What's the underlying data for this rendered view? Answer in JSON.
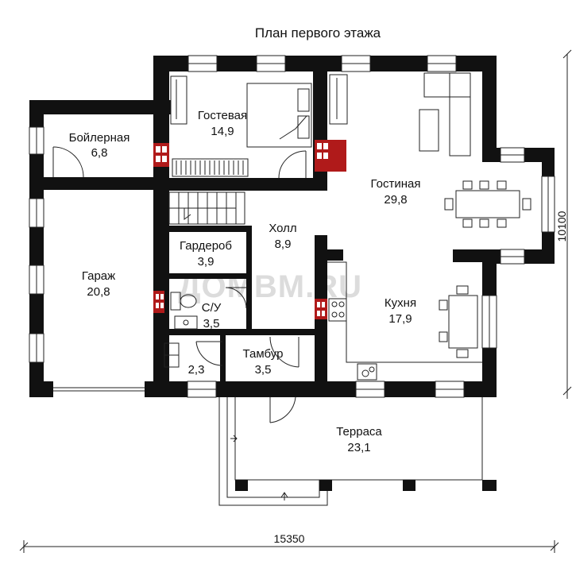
{
  "title": "План первого этажа",
  "watermark": "ДОМВМ.RU",
  "dimensions": {
    "width": "15350",
    "depth": "10100"
  },
  "rooms": [
    {
      "id": "guest",
      "name": "Гостевая",
      "area": "14,9"
    },
    {
      "id": "boiler",
      "name": "Бойлерная",
      "area": "6,8"
    },
    {
      "id": "living",
      "name": "Гостиная",
      "area": "29,8"
    },
    {
      "id": "wardrobe",
      "name": "Гардероб",
      "area": "3,9"
    },
    {
      "id": "hall",
      "name": "Холл",
      "area": "8,9"
    },
    {
      "id": "garage",
      "name": "Гараж",
      "area": "20,8"
    },
    {
      "id": "bathroom",
      "name": "С/У",
      "area": "3,5"
    },
    {
      "id": "kitchen",
      "name": "Кухня",
      "area": "17,9"
    },
    {
      "id": "vestibule",
      "name": "Тамбур",
      "area": "3,5"
    },
    {
      "id": "closet",
      "name": "",
      "area": "2,3"
    },
    {
      "id": "terrace",
      "name": "Терраса",
      "area": "23,1"
    }
  ],
  "colors": {
    "wall": "#111111",
    "stove": "#b01a1a",
    "line": "#222222",
    "watermark": "#dcdcdc"
  }
}
